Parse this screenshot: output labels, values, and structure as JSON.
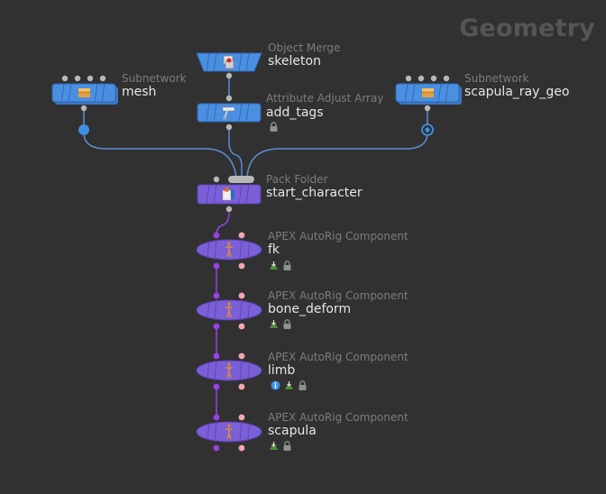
{
  "network": {
    "context_title": "Geometry",
    "colors": {
      "background": "#313131",
      "sop_node": "#4a8fe0",
      "apex_node": "#7b5fd6",
      "wire_blue": "#5b8ed3",
      "wire_purple": "#9a40e8",
      "connector_grey": "#b8b8b8",
      "output_pink": "#f1a8b0"
    },
    "nodes": [
      {
        "id": "skeleton",
        "type": "Object Merge",
        "name": "skeleton",
        "icon": "object-merge-icon",
        "badges": []
      },
      {
        "id": "add_tags",
        "type": "Attribute Adjust Array",
        "name": "add_tags",
        "icon": "attribute-adjust-icon",
        "badges": [
          "lock-icon"
        ]
      },
      {
        "id": "mesh",
        "type": "Subnetwork",
        "name": "mesh",
        "icon": "subnetwork-box-icon",
        "badges": []
      },
      {
        "id": "scapula_ray_geo",
        "type": "Subnetwork",
        "name": "scapula_ray_geo",
        "icon": "subnetwork-box-icon",
        "badges": []
      },
      {
        "id": "start_character",
        "type": "Pack Folder",
        "name": "start_character",
        "icon": "pack-folder-icon",
        "badges": []
      },
      {
        "id": "fk",
        "type": "APEX AutoRig Component",
        "name": "fk",
        "icon": "rig-figure-icon",
        "badges": [
          "rig-badge-icon",
          "lock-icon"
        ]
      },
      {
        "id": "bone_deform",
        "type": "APEX AutoRig Component",
        "name": "bone_deform",
        "icon": "rig-figure-icon",
        "badges": [
          "rig-badge-icon",
          "lock-icon"
        ]
      },
      {
        "id": "limb",
        "type": "APEX AutoRig Component",
        "name": "limb",
        "icon": "rig-figure-icon",
        "badges": [
          "info-icon",
          "rig-badge-icon",
          "lock-icon"
        ]
      },
      {
        "id": "scapula",
        "type": "APEX AutoRig Component",
        "name": "scapula",
        "icon": "rig-figure-icon",
        "badges": [
          "rig-badge-icon",
          "lock-icon"
        ]
      }
    ]
  }
}
